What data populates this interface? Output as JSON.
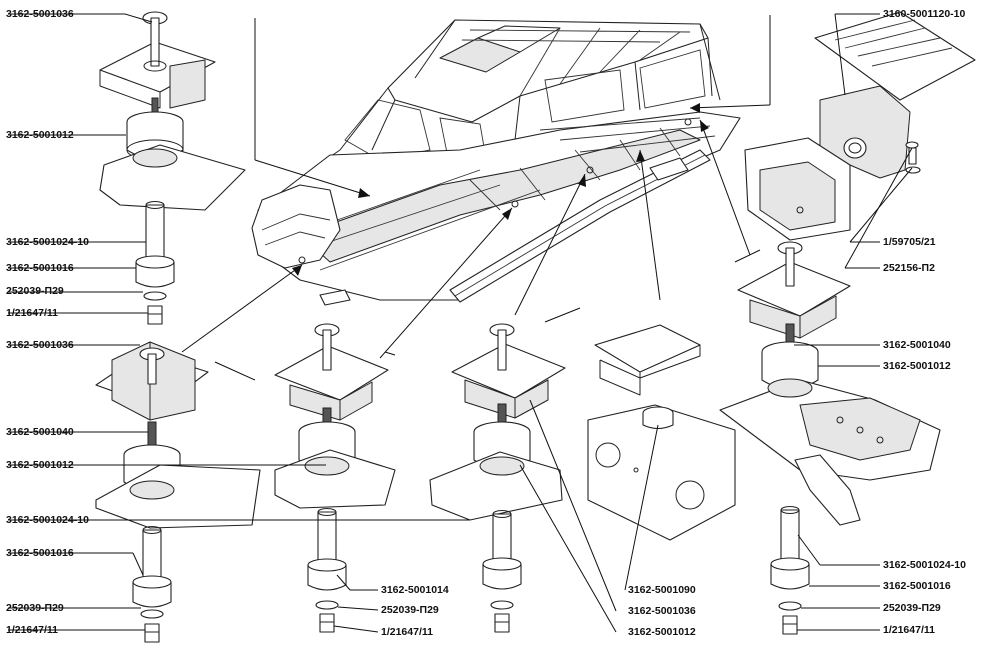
{
  "labels": {
    "tl_bolt": "3162-5001036",
    "tl_pad": "3162-5001012",
    "tl_sleeve": "3162-5001024-10",
    "tl_bushing": "3162-5001016",
    "tl_washer": "252039-П29",
    "tl_nut": "1/21647/11",
    "ml_bolt": "3162-5001036",
    "ml_bolt2": "3162-5001040",
    "ml_pad": "3162-5001012",
    "bl_sleeve": "3162-5001024-10",
    "bl_bushing": "3162-5001016",
    "bl_washer": "252039-П29",
    "bl_nut": "1/21647/11",
    "bc_bushing": "3162-5001014",
    "bc_washer": "252039-П29",
    "bc_nut": "1/21647/11",
    "bc_cap": "3162-5001090",
    "bc_bolt": "3162-5001036",
    "bc_pad": "3162-5001012",
    "tr_bracket": "3160-5001120-10",
    "tr_bolt": "1/59705/21",
    "tr_washer": "252156-П2",
    "mr_bolt": "3162-5001040",
    "mr_pad": "3162-5001012",
    "br_sleeve": "3162-5001024-10",
    "br_bushing": "3162-5001016",
    "br_washer": "252039-П29",
    "br_nut": "1/21647/11"
  }
}
